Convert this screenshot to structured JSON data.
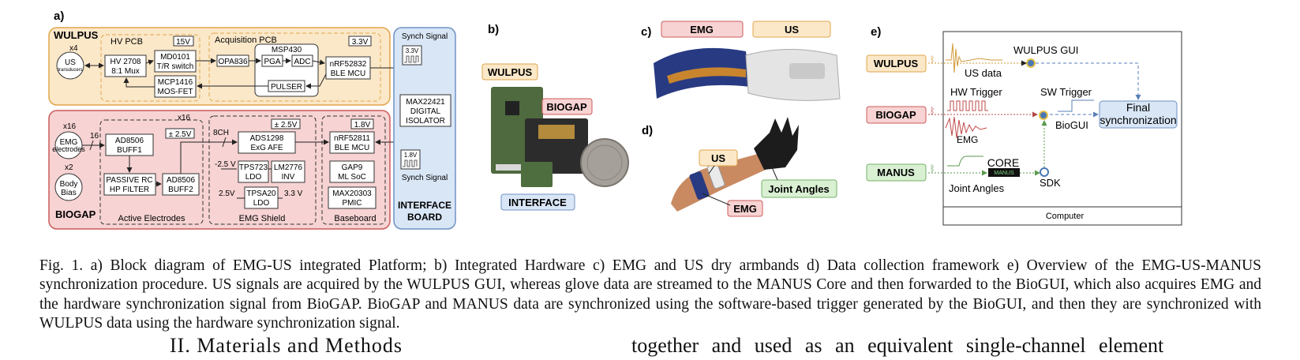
{
  "panel_labels": {
    "a": "a)",
    "b": "b)",
    "c": "c)",
    "d": "d)",
    "e": "e)"
  },
  "panel_a": {
    "wulpus": {
      "title": "WULPUS",
      "us_mult": "x4",
      "us_l1": "US",
      "us_l2": "transducers",
      "hv_pcb": "HV PCB",
      "hv_volt": "15V",
      "hv2708_l1": "HV 2708",
      "hv2708_l2": "8:1 Mux",
      "md0101_l1": "MD0101",
      "md0101_l2": "T/R switch",
      "mcp1416_l1": "MCP1416",
      "mcp1416_l2": "MOS-FET",
      "acq_pcb": "Acquisition PCB",
      "acq_volt": "3.3V",
      "opa836": "OPA836",
      "msp430": "MSP430",
      "pga": "PGA",
      "adc": "ADC",
      "pulser": "PULSER",
      "nrf52832_l1": "nRF52832",
      "nrf52832_l2": "BLE MCU"
    },
    "interface": {
      "synch_top": "Synch Signal",
      "volt_top": "3.3V",
      "max22421_l1": "MAX22421",
      "max22421_l2": "DIGITAL",
      "max22421_l3": "ISOLATOR",
      "volt_bottom": "1.8V",
      "synch_bottom": "Synch Signal",
      "board_l1": "INTERFACE",
      "board_l2": "BOARD"
    },
    "biogap": {
      "title": "BIOGAP",
      "emg_mult": "x16",
      "emg_l1": "EMG",
      "emg_l2": "electrodes",
      "bus16": "16",
      "body_mult": "x2",
      "body_l1": "Body",
      "body_l2": "Bias",
      "ae_mult": "x16",
      "ad8506_1_l1": "AD8506",
      "ad8506_1_l2": "BUFF1",
      "passive_l1": "PASSIVE RC",
      "passive_l2": "HP FILTER",
      "ad8506_2_l1": "AD8506",
      "ad8506_2_l2": "BUFF2",
      "ae_volt": "± 2.5V",
      "ae_label": "Active Electrodes",
      "ch8": "8CH",
      "shield_volt": "± 2.5V",
      "ads1298_l1": "ADS1298",
      "ads1298_l2": "ExG AFE",
      "m25v": "-2.5 V",
      "tps723_l1": "TPS723",
      "tps723_l2": "LDO",
      "lm2776_l1": "LM2776",
      "lm2776_l2": "INV",
      "p25v": "2.5V",
      "tpsa20_l1": "TPSA20",
      "tpsa20_l2": "LDO",
      "p33v": "3.3 V",
      "shield_label": "EMG Shield",
      "base_volt": "1.8V",
      "nrf52811_l1": "nRF52811",
      "nrf52811_l2": "BLE MCU",
      "gap9_l1": "GAP9",
      "gap9_l2": "ML SoC",
      "max20303_l1": "MAX20303",
      "max20303_l2": "PMIC",
      "base_label": "Baseboard"
    }
  },
  "panel_b": {
    "wulpus": "WULPUS",
    "biogap": "BIOGAP",
    "interface": "INTERFACE"
  },
  "panel_c": {
    "emg": "EMG",
    "us": "US"
  },
  "panel_d": {
    "us": "US",
    "joint": "Joint Angles",
    "emg": "EMG"
  },
  "panel_e": {
    "wulpus": "WULPUS",
    "biogap": "BIOGAP",
    "manus": "MANUS",
    "wulpus_gui": "WULPUS GUI",
    "us_data": "US data",
    "hw_trigger": "HW Trigger",
    "emg": "EMG",
    "sw_trigger": "SW Trigger",
    "biogui": "BioGUI",
    "final_l1": "Final",
    "final_l2": "synchronization",
    "core": "CORE",
    "core_chip": "MANUS",
    "joint": "Joint Angles",
    "sdk": "SDK",
    "computer": "Computer"
  },
  "colors": {
    "wulpus_fill": "#fbe8c9",
    "wulpus_stroke": "#e0a64a",
    "biogap_fill": "#f7d3d3",
    "biogap_stroke": "#cc5b5b",
    "interface_fill": "#d9e6f6",
    "interface_stroke": "#6f92c4",
    "manus_fill": "#d9f0d3",
    "manus_stroke": "#74b267"
  },
  "caption": "Fig. 1.  a) Block diagram of EMG-US integrated Platform; b) Integrated Hardware c) EMG and US dry armbands d) Data collection framework e) Overview of the EMG-US-MANUS synchronization procedure. US signals are acquired by the WULPUS GUI, whereas glove data are streamed to the MANUS Core and then forwarded to the BioGUI, which also acquires EMG and the hardware synchronization signal from BioGAP. BioGAP and MANUS data are synchronized using the software-based trigger generated by the BioGUI, and then they are synchronized with WULPUS data using the hardware synchronization signal.",
  "section_heading": "II.  Materials and Methods",
  "next_column_text": "together and used as an equivalent single-channel element"
}
